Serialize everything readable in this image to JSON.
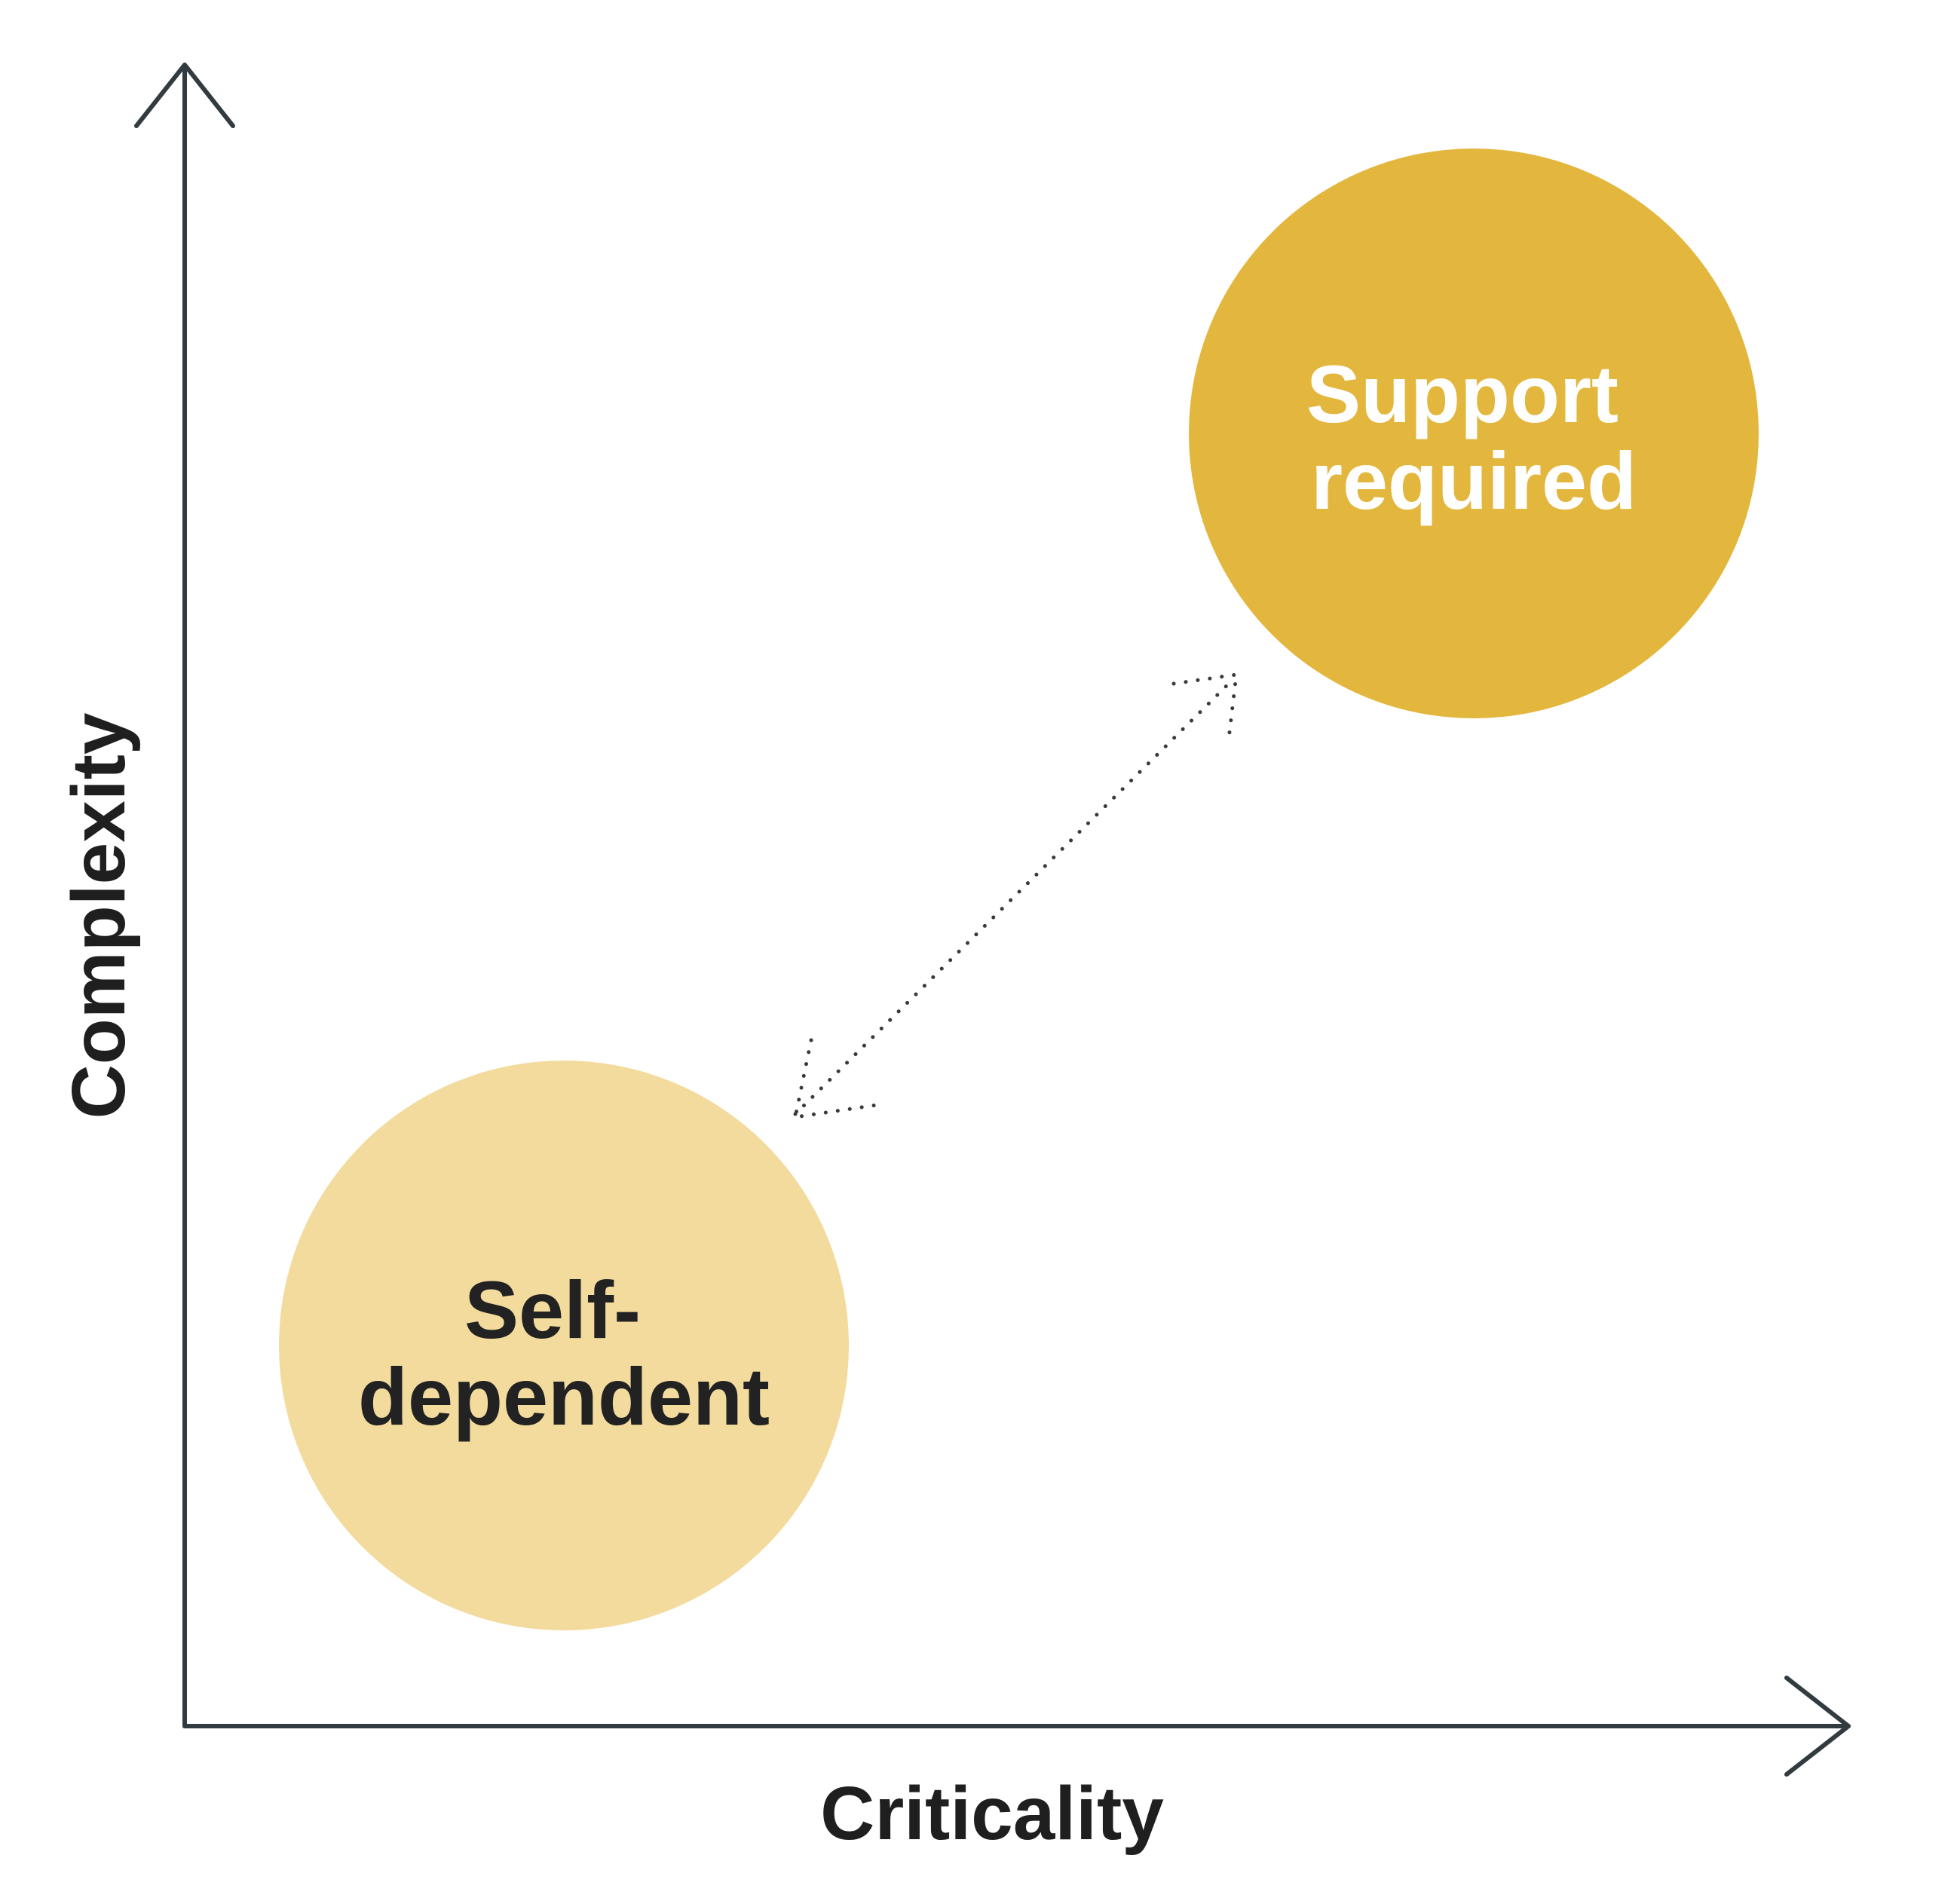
{
  "axes": {
    "y_label": "Complexity",
    "x_label": "Criticality",
    "color": "#323c40"
  },
  "nodes": [
    {
      "id": "support-required",
      "lines": [
        "Support",
        "required"
      ],
      "fill": "#e3b73e",
      "text_color": "#ffffff"
    },
    {
      "id": "self-dependent",
      "lines": [
        "Self-",
        "dependent"
      ],
      "fill": "#f2db9d",
      "text_color": "#222222"
    }
  ],
  "connector": {
    "style": "dotted",
    "direction": "bidirectional",
    "from": "self-dependent",
    "to": "support-required"
  }
}
